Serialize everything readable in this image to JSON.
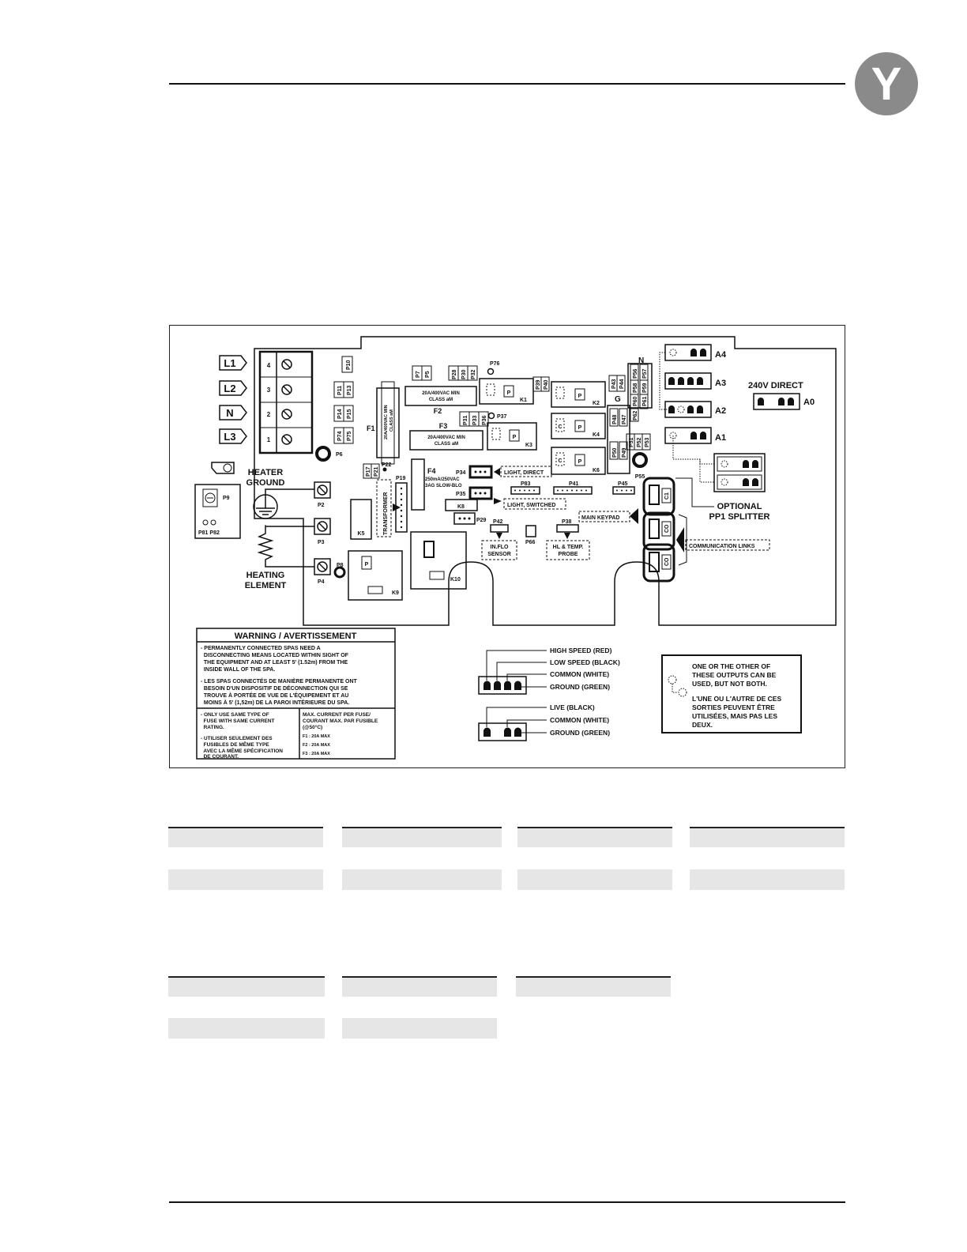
{
  "header": {
    "logo_letter": "Y"
  },
  "board": {
    "line_terminals": [
      "L1",
      "L2",
      "N",
      "L3"
    ],
    "terminal_numbers": [
      "4",
      "3",
      "2",
      "1"
    ],
    "ports": {
      "p10": "P10",
      "p11": "P11",
      "p13": "P13",
      "p14": "P14",
      "p15": "P15",
      "p74": "P74",
      "p75": "P75",
      "p6": "P6",
      "p22": "P22",
      "p17": "P17",
      "p21": "P21",
      "p19": "P19",
      "p7": "P7",
      "p5": "P5",
      "p28": "P28",
      "p30": "P30",
      "p32": "P32",
      "p76": "P76",
      "p37": "P37",
      "p31": "P31",
      "p33": "P33",
      "p36": "P36",
      "p39": "P39",
      "p40": "P40",
      "p43": "P43",
      "p44": "P44",
      "p47": "P47",
      "p48": "P48",
      "p49": "P49",
      "p50": "P50",
      "p51": "P51",
      "p52": "P52",
      "p53": "P53",
      "p56": "P56",
      "p57": "P57",
      "p58": "P58",
      "p59": "P59",
      "p60": "P60",
      "p61": "P61",
      "p62": "P62",
      "p55": "P55",
      "p34": "P34",
      "p35": "P35",
      "p83": "P83",
      "p41": "P41",
      "p45": "P45",
      "p29": "P29",
      "p42": "P42",
      "p66": "P66",
      "p38": "P38",
      "p9": "P9",
      "p81p82": "P81  P82",
      "p2": "P2",
      "p3": "P3",
      "p4": "P4",
      "p8": "P8"
    },
    "relays": {
      "k1": "K1",
      "k2": "K2",
      "k3": "K3",
      "k4": "K4",
      "k5": "K5",
      "k6": "K6",
      "k8": "K8",
      "k9": "K9",
      "k10": "K10"
    },
    "relay_p": "P",
    "relay_c": "C",
    "g_label": "G",
    "n_label": "N",
    "fuses": {
      "f1": "F1",
      "f1_rating": "20A/400VAC MIN",
      "f1_class": "CLASS aM",
      "f2": "F2",
      "f2_rating": "20A/400VAC MIN",
      "f2_class": "CLASS aM",
      "f3": "F3",
      "f3_rating": "20A/400VAC MIN",
      "f3_class": "CLASS aM",
      "f4": "F4",
      "f4_rating": "250mA/250VAC",
      "f4_class": "3AG SLOW-BLO"
    },
    "transformer": "TRANSFORMER",
    "labels": {
      "light_direct": "LIGHT, DIRECT",
      "light_switched": "LIGHT, SWITCHED",
      "main_keypad": "MAIN KEYPAD",
      "communication_links": "COMMUNICATION LINKS",
      "inflo_1": "IN.FLO",
      "inflo_2": "SENSOR",
      "hl_1": "HL & TEMP.",
      "hl_2": "PROBE",
      "heater_ground_1": "HEATER",
      "heater_ground_2": "GROUND",
      "heating_element_1": "HEATING",
      "heating_element_2": "ELEMENT",
      "co": "CO",
      "c1": "C1"
    },
    "outputs": {
      "a4": "A4",
      "a3": "A3",
      "a2": "A2",
      "a1": "A1",
      "a0": "A0",
      "direct": "240V DIRECT",
      "splitter_1": "OPTIONAL",
      "splitter_2": "PP1 SPLITTER"
    }
  },
  "warning": {
    "title": "WARNING / AVERTISSEMENT",
    "en": [
      "- PERMANENTLY CONNECTED SPAS NEED A",
      "  DISCONNECTING MEANS LOCATED WITHIN SIGHT OF",
      "  THE EQUIPMENT AND AT LEAST 5' (1.52m) FROM THE",
      "  INSIDE WALL OF THE SPA."
    ],
    "fr": [
      "- LES SPAS CONNECTÉS DE MANIÈRE PERMANENTE ONT",
      "  BESOIN D'UN DISPOSITIF DE DÉCONNECTION QUI SE",
      "  TROUVE À PORTÉE DE VUE DE L'ÉQUIPEMENT ET AU",
      "  MOINS À 5' (1,52m) DE LA PAROI INTÉRIEURE DU SPA."
    ],
    "fuse_en": [
      "- ONLY USE SAME TYPE OF",
      "  FUSE WITH SAME CURRENT",
      "  RATING."
    ],
    "fuse_fr": [
      "- UTILISER SEULEMENT DES",
      "  FUSIBLES DE MÊME TYPE",
      "  AVEC LA MÊME SPÉCIFICATION",
      "  DE COURANT."
    ],
    "max_head": [
      "MAX. CURRENT PER FUSE/",
      "COURANT MAX. PAR FUSIBLE",
      "(@50°C)"
    ],
    "max_rows": [
      "F1 : 20A MAX",
      "F2 : 20A MAX",
      "F3 : 20A MAX"
    ]
  },
  "legend": {
    "four_pin": [
      "HIGH SPEED (RED)",
      "LOW SPEED (BLACK)",
      "COMMON (WHITE)",
      "GROUND (GREEN)"
    ],
    "three_pin": [
      "LIVE (BLACK)",
      "COMMON (WHITE)",
      "GROUND (GREEN)"
    ]
  },
  "note": {
    "en": [
      "ONE OR THE OTHER OF",
      "THESE OUTPUTS CAN BE",
      "USED, BUT NOT BOTH."
    ],
    "fr": [
      "L'UNE OU L'AUTRE DE CES",
      "SORTIES PEUVENT ÊTRE",
      "UTILISÉES, MAIS PAS LES",
      "DEUX."
    ]
  }
}
